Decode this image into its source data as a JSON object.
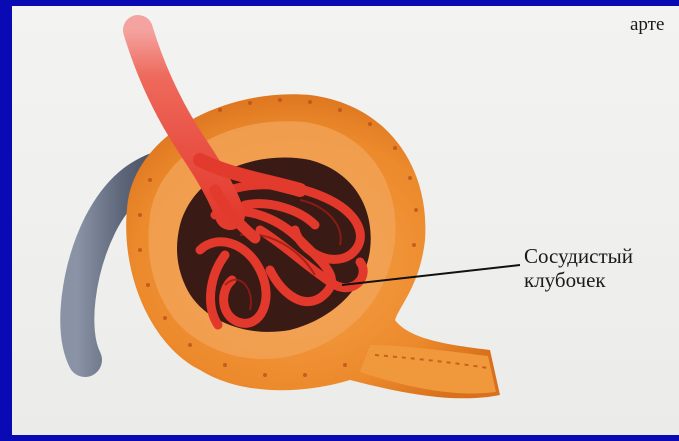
{
  "labels": {
    "top": "арте",
    "callout_line1": "Сосудистый",
    "callout_line2": "клубочек"
  },
  "colors": {
    "border": "#0a0ab4",
    "background": "#f1f1ef",
    "capsule": "#ef8a2c",
    "vessel": "#e8453a",
    "vein": "#5f6b7e"
  }
}
